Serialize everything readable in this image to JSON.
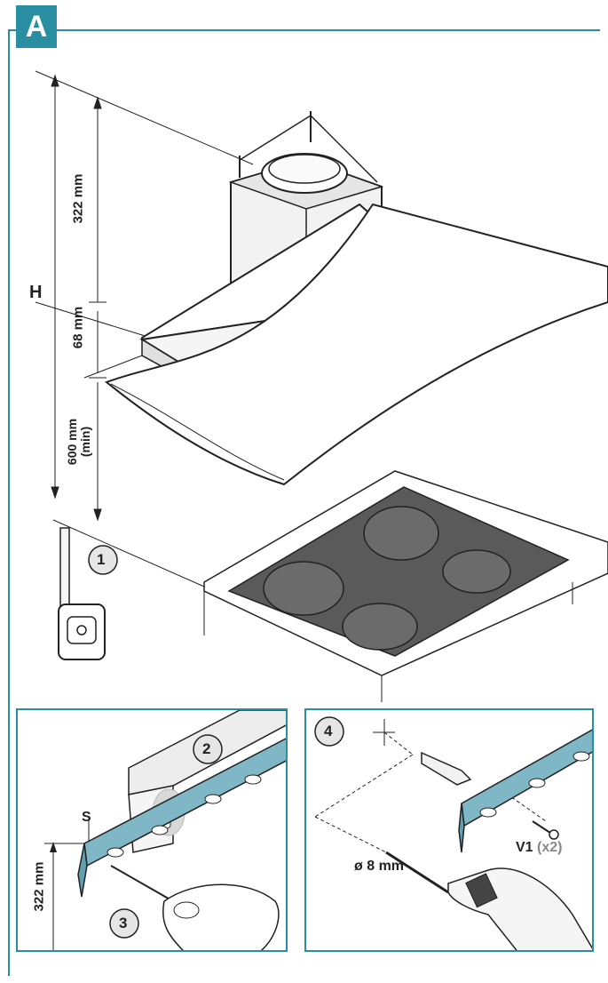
{
  "section_letter": "A",
  "labels": {
    "height_letter": "H",
    "dim_chimney": "322 mm",
    "dim_canopy": "68 mm",
    "dim_min_line1": "600 mm",
    "dim_min_line2": "(min)",
    "ruler_label": "S",
    "dim_bracket": "322 mm",
    "hole_diameter": "ø 8 mm",
    "screw_code": "V1",
    "screw_qty": "(x2)"
  },
  "steps": [
    "1",
    "2",
    "3",
    "4"
  ],
  "colors": {
    "accent": "#2a8ea3",
    "bracket": "#7fb7c6",
    "hob": "#5a5a5a"
  }
}
